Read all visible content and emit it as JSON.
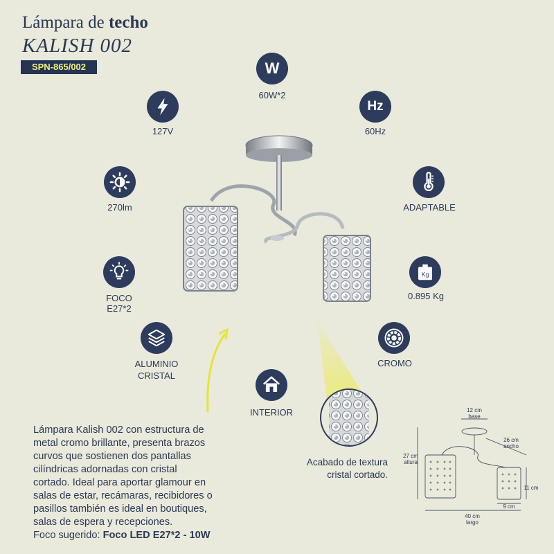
{
  "header": {
    "title_prefix": "Lámpara de",
    "title_bold": "techo",
    "model": "KALISH 002",
    "sku": "SPN-865/002"
  },
  "specs": {
    "wattage": {
      "icon": "watt-icon",
      "glyph": "W",
      "label": "60W*2"
    },
    "voltage": {
      "icon": "lightning-icon",
      "label": "127V"
    },
    "frequency": {
      "icon": "hertz-icon",
      "glyph": "Hz",
      "label": "60Hz"
    },
    "lumens": {
      "icon": "brightness-icon",
      "label": "270lm"
    },
    "temperature": {
      "icon": "thermometer-icon",
      "label": "ADAPTABLE"
    },
    "bulb": {
      "icon": "lightbulb-icon",
      "label_line1": "FOCO",
      "label_line2": "E27*2"
    },
    "weight": {
      "icon": "weight-icon",
      "glyph": "Kg",
      "label": "0.895 Kg"
    },
    "material": {
      "icon": "layers-icon",
      "label_line1": "ALUMINIO",
      "label_line2": "CRISTAL"
    },
    "finish": {
      "icon": "finish-icon",
      "label": "CROMO"
    },
    "usage": {
      "icon": "house-icon",
      "label": "INTERIOR"
    }
  },
  "description": {
    "lines": [
      "Lámpara Kalish 002 con estructura de",
      "metal cromo brillante, presenta brazos",
      "curvos que sostienen dos pantallas",
      "cilíndricas adornadas con cristal",
      "cortado. Ideal para aportar glamour en",
      "salas de estar, recámaras, recibidores o",
      "pasillos también es ideal en boutiques,",
      "salas de espera y recepciones."
    ],
    "suggest_prefix": "Foco sugerido: ",
    "suggest_bold": "Foco LED E27*2 - 10W"
  },
  "detail_caption": {
    "line1": "Acabado de textura",
    "line2": "cristal cortado."
  },
  "dimensions": {
    "base_value": "12 cm",
    "base_label": "base",
    "width_value": "26 cm",
    "width_label": "ancho",
    "height_value": "27 cm",
    "height_label": "altura",
    "shade_height": "11 cm",
    "shade_width": "9 cm",
    "length_value": "40 cm",
    "length_label": "largo"
  },
  "colors": {
    "background": "#e9eadc",
    "navy": "#2d3c5c",
    "accent_yellow": "#f1ee7c",
    "arrow_yellow": "#e6e436"
  }
}
